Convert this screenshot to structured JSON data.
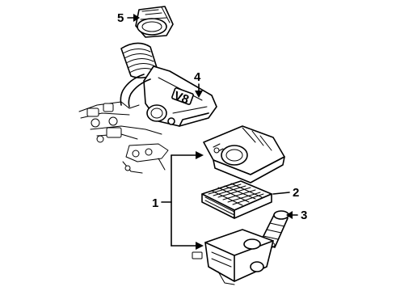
{
  "diagram": {
    "callouts": [
      {
        "id": "1",
        "label": "1"
      },
      {
        "id": "2",
        "label": "2"
      },
      {
        "id": "3",
        "label": "3"
      },
      {
        "id": "4",
        "label": "4"
      },
      {
        "id": "5",
        "label": "5"
      }
    ],
    "stamp_text": "V8",
    "line_color": "#000000",
    "background": "#ffffff"
  }
}
